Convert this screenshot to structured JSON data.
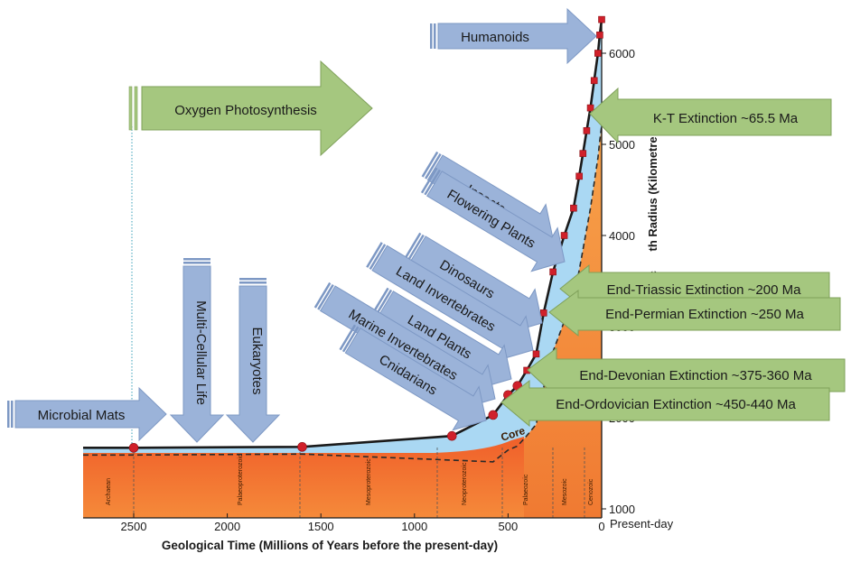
{
  "chart_data": {
    "type": "line",
    "xlabel": "Geological Time (Millions of Years before the present-day)",
    "ylabel": "Ancient Earth Radius (Kilometres)",
    "ylabel_visible": "Anc      th Radius (Kilometre",
    "x_ticks": [
      2500,
      2000,
      1500,
      1000,
      500,
      0
    ],
    "x_present_label": "Present-day",
    "y_ticks": [
      1000,
      2000,
      3000,
      4000,
      5000,
      6000
    ],
    "xlim": [
      2800,
      0
    ],
    "ylim": [
      1000,
      6400
    ],
    "core_label": "Core",
    "era_labels": [
      "Archaean",
      "Palaeoproterozoic",
      "Mesoproterozoic",
      "Neoproterozoic",
      "Palaeozoic",
      "Mesozoic",
      "Cenozoic"
    ],
    "series": [
      {
        "values": [
          {
            "x": 2500,
            "y": 1670
          },
          {
            "x": 1600,
            "y": 1680
          },
          {
            "x": 800,
            "y": 1800
          },
          {
            "x": 580,
            "y": 2030
          },
          {
            "x": 500,
            "y": 2250
          },
          {
            "x": 450,
            "y": 2350
          },
          {
            "x": 400,
            "y": 2520
          },
          {
            "x": 350,
            "y": 2700
          },
          {
            "x": 310,
            "y": 3150
          },
          {
            "x": 260,
            "y": 3600
          },
          {
            "x": 200,
            "y": 4000
          },
          {
            "x": 150,
            "y": 4300
          },
          {
            "x": 120,
            "y": 4650
          },
          {
            "x": 100,
            "y": 4900
          },
          {
            "x": 80,
            "y": 5150
          },
          {
            "x": 60,
            "y": 5400
          },
          {
            "x": 40,
            "y": 5700
          },
          {
            "x": 20,
            "y": 6000
          },
          {
            "x": 10,
            "y": 6200
          },
          {
            "x": 0,
            "y": 6370
          }
        ]
      }
    ]
  },
  "annotations": {
    "humanoids": "Humanoids",
    "oxygen": "Oxygen Photosynthesis",
    "kt": "K-T Extinction ~65.5 Ma",
    "insects": "Insects",
    "flowering": "Flowering Plants",
    "dinosaurs": "Dinosaurs",
    "land_invert": "Land Invertebrates",
    "land_plants": "Land Plants",
    "marine_invert": "Marine Invertebrates",
    "cnidarians": "Cnidarians",
    "multicell": "Multi-Cellular Life",
    "eukaryotes": "Eukaryotes",
    "microbial": "Microbial Mats",
    "end_triassic": "End-Triassic Extinction ~200 Ma",
    "end_permian": "End-Permian Extinction ~250 Ma",
    "end_devonian": "End-Devonian Extinction ~375-360 Ma",
    "end_ordovician": "End-Ordovician Extinction ~450-440 Ma"
  },
  "colors": {
    "mantle_orange": "#f26b2c",
    "mantle_red": "#e2532a",
    "ocean_blue": "#a9d7f2",
    "arrow_blue": "#9bb3d9",
    "arrow_green": "#a5c77f",
    "curve": "#1a1a1a",
    "marker": "#d0202a"
  }
}
